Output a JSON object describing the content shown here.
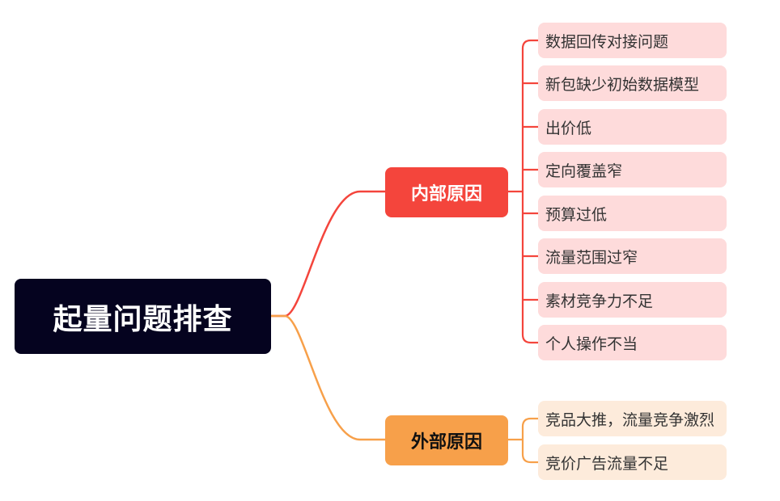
{
  "root": {
    "label": "起量问题排查"
  },
  "branches": [
    {
      "label": "内部原因",
      "color": "#f4453c",
      "leaf_color": "#fedbdb",
      "items": [
        "数据回传对接问题",
        "新包缺少初始数据模型",
        "出价低",
        "定向覆盖窄",
        "预算过低",
        "流量范围过窄",
        "素材竞争力不足",
        "个人操作不当"
      ]
    },
    {
      "label": "外部原因",
      "color": "#f7a04a",
      "leaf_color": "#fdebdb",
      "items": [
        "竞品大推，流量竞争激烈",
        "竞价广告流量不足"
      ]
    }
  ]
}
